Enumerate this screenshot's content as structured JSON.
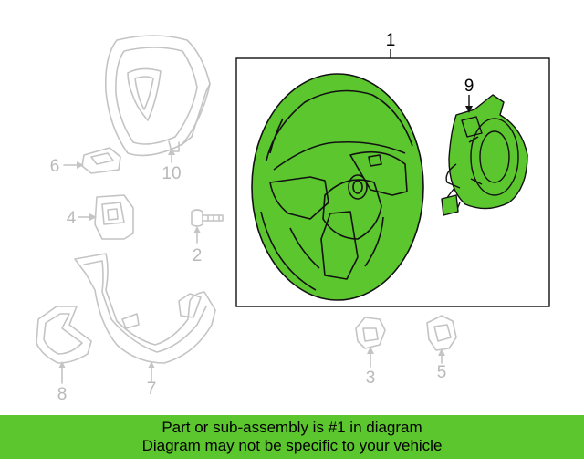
{
  "colors": {
    "highlight": "#5cc62f",
    "faded_line": "#c4c4c4",
    "active_line": "#111111",
    "banner": "#5cc62f"
  },
  "callouts": {
    "c1": "1",
    "c2": "2",
    "c3": "3",
    "c4": "4",
    "c5": "5",
    "c6": "6",
    "c7": "7",
    "c8": "8",
    "c9": "9",
    "c10": "10"
  },
  "footer": {
    "line1": "Part or sub-assembly is #1 in diagram",
    "line2": "Diagram may not be specific to your vehicle"
  }
}
